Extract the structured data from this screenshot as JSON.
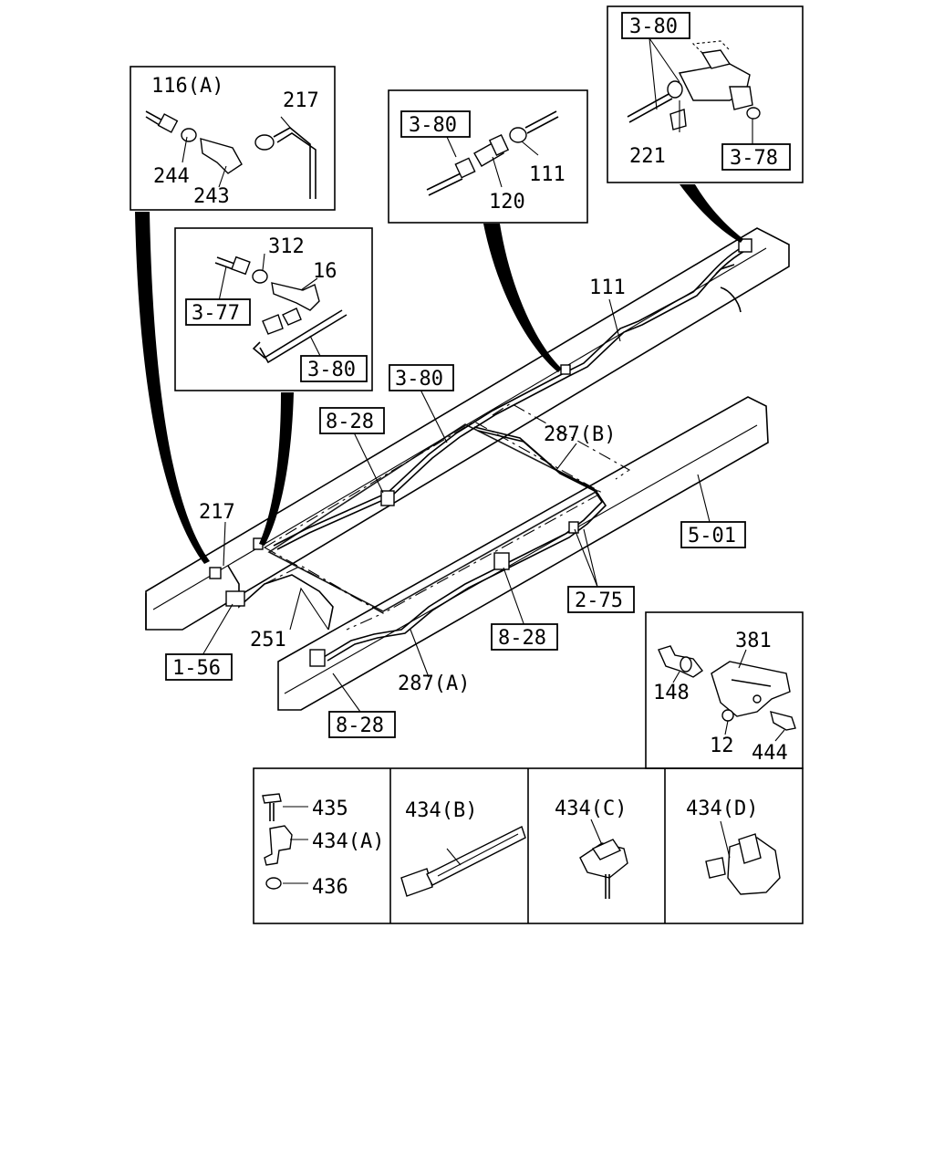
{
  "inset_116": {
    "l1": "116(A)",
    "l2": "217",
    "l3": "244",
    "l4": "243"
  },
  "inset_120": {
    "ref": "3-80",
    "l1": "111",
    "l2": "120"
  },
  "inset_221": {
    "ref1": "3-80",
    "ref2": "3-78",
    "l1": "221"
  },
  "inset_312": {
    "l1": "312",
    "l2": "16",
    "ref1": "3-77",
    "ref2": "3-80"
  },
  "main": {
    "l111": "111",
    "ref380": "3-80",
    "ref828a": "8-28",
    "l287b": "287(B)",
    "ref501": "5-01",
    "l217": "217",
    "ref275": "2-75",
    "l251": "251",
    "ref828b": "8-28",
    "ref156": "1-56",
    "l287a": "287(A)",
    "ref828c": "8-28"
  },
  "inset_381": {
    "l1": "381",
    "l2": "148",
    "l3": "12",
    "l4": "444"
  },
  "clips": {
    "a1": "435",
    "a2": "434(A)",
    "a3": "436",
    "b": "434(B)",
    "c": "434(C)",
    "d": "434(D)"
  }
}
